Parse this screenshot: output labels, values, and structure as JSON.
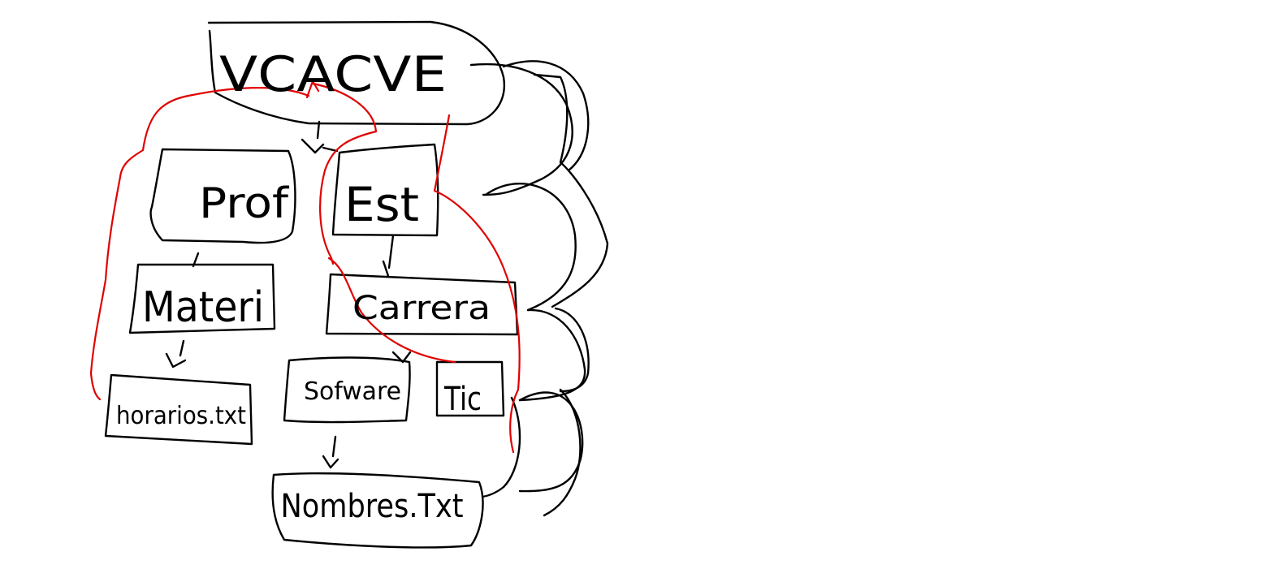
{
  "diagram": {
    "colors": {
      "ink": "#000000",
      "annotation": "#e00000",
      "background": "#ffffff"
    },
    "nodes": {
      "root": "VCACVE",
      "prof": "Prof",
      "est": "Est",
      "materi": "Materi",
      "carrera": "Carrera",
      "horarios": "horarios.txt",
      "software": "Sofware",
      "tic": "Tic",
      "nombres": "Nombres.Txt"
    }
  }
}
